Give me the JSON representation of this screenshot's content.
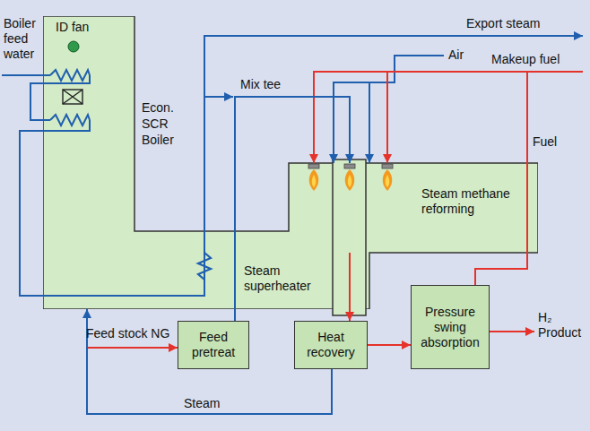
{
  "diagram": {
    "nodes": [
      {
        "text": [
          "ID fan"
        ]
      },
      {
        "text": [
          "Steam methane reforming"
        ]
      },
      {
        "text": [
          "Feed pretreat"
        ]
      },
      {
        "text": [
          "Heat recovery"
        ]
      },
      {
        "text": [
          "Pressure swing absorption"
        ]
      }
    ],
    "edges": [
      {
        "from": 2,
        "to": 1,
        "arrow": "to"
      },
      {
        "from": 1,
        "to": 3,
        "arrow": "to"
      },
      {
        "from": 3,
        "to": 4,
        "arrow": "to"
      },
      {
        "from": 4,
        "to": 1,
        "arrow": "to",
        "label": "Fuel"
      },
      {
        "from": 3,
        "to": 0,
        "arrow": "to",
        "label": "Steam"
      }
    ],
    "labels": [
      "Boiler feed water",
      "Econ.",
      "SCR",
      "Boiler",
      "Export steam",
      "Mix tee",
      "Air",
      "Makeup fuel",
      "Steam superheater",
      "Feed stock NG",
      "H₂ Product"
    ]
  }
}
